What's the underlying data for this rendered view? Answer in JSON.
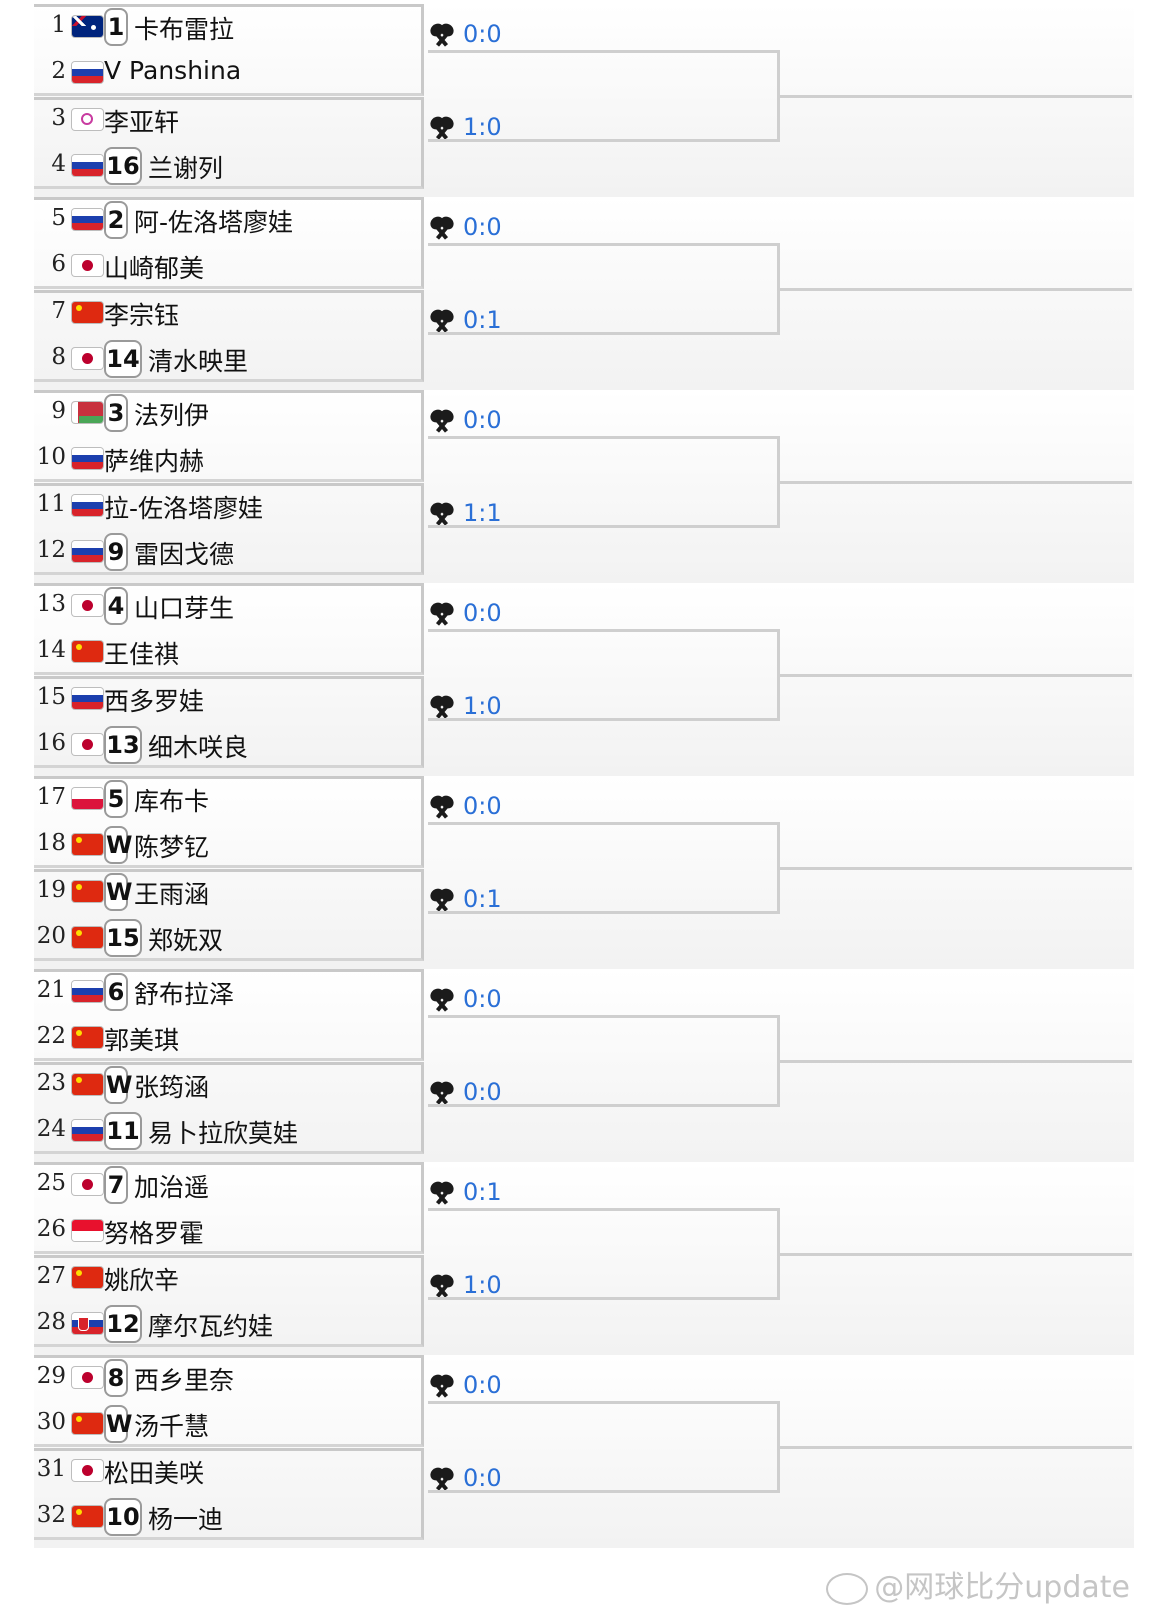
{
  "players": [
    {
      "num": "1",
      "flag": "AUS",
      "seed": "1",
      "name": "卡布雷拉"
    },
    {
      "num": "2",
      "flag": "RUS",
      "seed": "",
      "name": "V Panshina"
    },
    {
      "num": "3",
      "flag": "TPE",
      "seed": "",
      "name": "李亚轩"
    },
    {
      "num": "4",
      "flag": "RUS",
      "seed": "16",
      "name": "兰谢列"
    },
    {
      "num": "5",
      "flag": "RUS",
      "seed": "2",
      "name": "阿-佐洛塔廖娃"
    },
    {
      "num": "6",
      "flag": "JPN",
      "seed": "",
      "name": "山崎郁美"
    },
    {
      "num": "7",
      "flag": "CHN",
      "seed": "",
      "name": "李宗钰"
    },
    {
      "num": "8",
      "flag": "JPN",
      "seed": "14",
      "name": "清水映里"
    },
    {
      "num": "9",
      "flag": "BLR",
      "seed": "3",
      "name": "法列伊"
    },
    {
      "num": "10",
      "flag": "RUS",
      "seed": "",
      "name": "萨维内赫"
    },
    {
      "num": "11",
      "flag": "RUS",
      "seed": "",
      "name": "拉-佐洛塔廖娃"
    },
    {
      "num": "12",
      "flag": "RUS",
      "seed": "9",
      "name": "雷因戈德"
    },
    {
      "num": "13",
      "flag": "JPN",
      "seed": "4",
      "name": "山口芽生"
    },
    {
      "num": "14",
      "flag": "CHN",
      "seed": "",
      "name": "王佳祺"
    },
    {
      "num": "15",
      "flag": "RUS",
      "seed": "",
      "name": "西多罗娃"
    },
    {
      "num": "16",
      "flag": "JPN",
      "seed": "13",
      "name": "细木咲良"
    },
    {
      "num": "17",
      "flag": "POL",
      "seed": "5",
      "name": "库布卡"
    },
    {
      "num": "18",
      "flag": "CHN",
      "seed": "W",
      "name": "陈梦钇"
    },
    {
      "num": "19",
      "flag": "CHN",
      "seed": "W",
      "name": "王雨涵"
    },
    {
      "num": "20",
      "flag": "CHN",
      "seed": "15",
      "name": "郑妩双"
    },
    {
      "num": "21",
      "flag": "RUS",
      "seed": "6",
      "name": "舒布拉泽"
    },
    {
      "num": "22",
      "flag": "CHN",
      "seed": "",
      "name": "郭美琪"
    },
    {
      "num": "23",
      "flag": "CHN",
      "seed": "W",
      "name": "张筠涵"
    },
    {
      "num": "24",
      "flag": "RUS",
      "seed": "11",
      "name": "易卜拉欣莫娃"
    },
    {
      "num": "25",
      "flag": "JPN",
      "seed": "7",
      "name": "加治遥"
    },
    {
      "num": "26",
      "flag": "INA",
      "seed": "",
      "name": "努格罗霍"
    },
    {
      "num": "27",
      "flag": "CHN",
      "seed": "",
      "name": "姚欣辛"
    },
    {
      "num": "28",
      "flag": "SVK",
      "seed": "12",
      "name": "摩尔瓦约娃"
    },
    {
      "num": "29",
      "flag": "JPN",
      "seed": "8",
      "name": "西乡里奈"
    },
    {
      "num": "30",
      "flag": "CHN",
      "seed": "W",
      "name": "汤千慧"
    },
    {
      "num": "31",
      "flag": "JPN",
      "seed": "",
      "name": "松田美咲"
    },
    {
      "num": "32",
      "flag": "CHN",
      "seed": "10",
      "name": "杨一迪"
    }
  ],
  "scores": [
    "0:0",
    "1:0",
    "0:0",
    "0:1",
    "0:0",
    "1:1",
    "0:0",
    "1:0",
    "0:0",
    "0:1",
    "0:0",
    "0:0",
    "0:1",
    "1:0",
    "0:0",
    "0:0"
  ],
  "watermark": "@网球比分update",
  "colors": {
    "score": "#2a6fd6",
    "line": "#c9c9c9",
    "seed_border": "#9a9a9a"
  },
  "icons": {
    "match": "crossed-rackets-icon",
    "watermark": "weibo-logo-icon"
  }
}
